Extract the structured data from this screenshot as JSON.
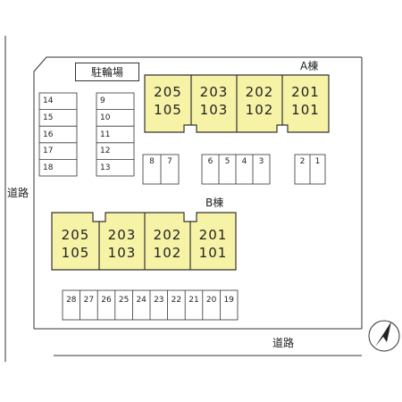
{
  "roads": {
    "left": "道路",
    "bottom": "道路"
  },
  "bike_parking": "駐輪場",
  "building_a": {
    "label": "A棟",
    "units": [
      {
        "upper": "205",
        "lower": "105"
      },
      {
        "upper": "203",
        "lower": "103"
      },
      {
        "upper": "202",
        "lower": "102"
      },
      {
        "upper": "201",
        "lower": "101"
      }
    ]
  },
  "building_b": {
    "label": "B棟",
    "units": [
      {
        "upper": "205",
        "lower": "105"
      },
      {
        "upper": "203",
        "lower": "103"
      },
      {
        "upper": "202",
        "lower": "102"
      },
      {
        "upper": "201",
        "lower": "101"
      }
    ]
  },
  "parking": {
    "left_column": [
      "14",
      "15",
      "16",
      "17",
      "18"
    ],
    "mid_column": [
      "9",
      "10",
      "11",
      "12",
      "13"
    ],
    "pair_a": [
      "8",
      "7"
    ],
    "group_b": [
      "6",
      "5",
      "4",
      "3"
    ],
    "pair_c": [
      "2",
      "1"
    ],
    "bottom_row": [
      "28",
      "27",
      "26",
      "25",
      "24",
      "23",
      "22",
      "21",
      "20",
      "19"
    ]
  },
  "colors": {
    "building_fill": "#f7f3a6",
    "line": "#333333"
  },
  "compass": "north-arrow-icon"
}
